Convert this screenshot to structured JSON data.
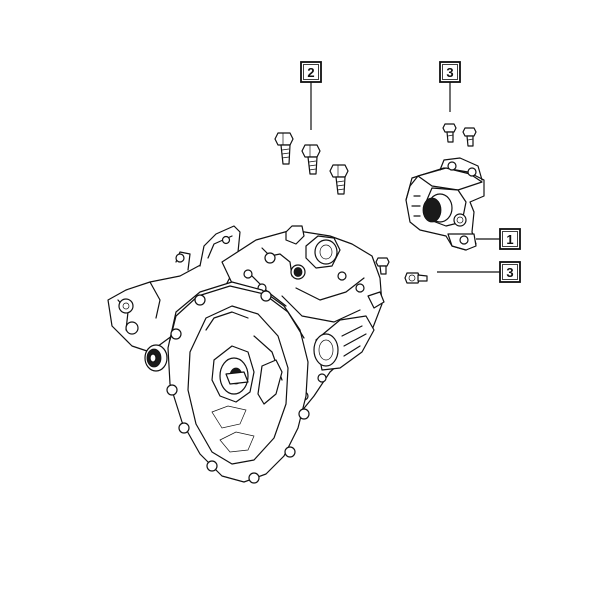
{
  "callouts": [
    {
      "id": "c2",
      "label": "2"
    },
    {
      "id": "c3-top",
      "label": "3"
    },
    {
      "id": "c1",
      "label": "1"
    },
    {
      "id": "c3-side",
      "label": "3"
    }
  ]
}
